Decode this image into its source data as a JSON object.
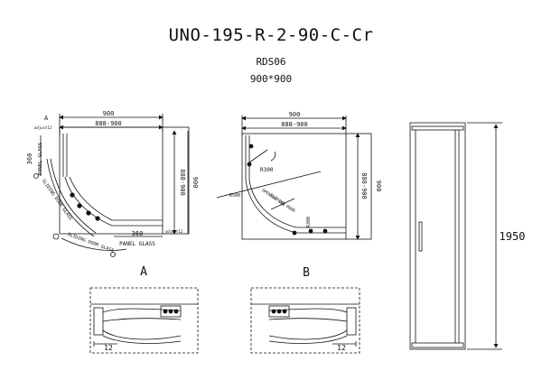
{
  "header": {
    "model": "UNO-195-R-2-90-C-Cr",
    "series_code": "RDS06",
    "size": "900*900"
  },
  "view_a": {
    "label": "A",
    "dim_top_outer": "900",
    "dim_top_inner": "888-900",
    "dim_side_outer": "900",
    "dim_side_inner": "888-900",
    "dim_left_radius": "360",
    "dim_bottom_radius": "360",
    "corner_mark": "A",
    "small_top": "adjust12",
    "small_bottom": "adjust12",
    "panel_glass_side": "PANEL GLASS",
    "panel_glass_bottom": "PANEL GLASS",
    "sliding_door_side": "SLIDING DOOR GLASS",
    "sliding_door_bottom": "SLIDING DOOR GLASS"
  },
  "view_b": {
    "label": "B",
    "dim_top_outer": "900",
    "dim_top_inner": "888-900",
    "dim_side_outer": "900",
    "dim_side_inner": "888-900",
    "radius_r300": "R300",
    "radius_r500": "R500",
    "door_label": "SLIDING DOOR",
    "opening_label": "OPENING 555",
    "small_r": "R300"
  },
  "elevation": {
    "height": "1950"
  },
  "detail_a": {
    "dim": "12"
  },
  "detail_b": {
    "dim": "12"
  }
}
